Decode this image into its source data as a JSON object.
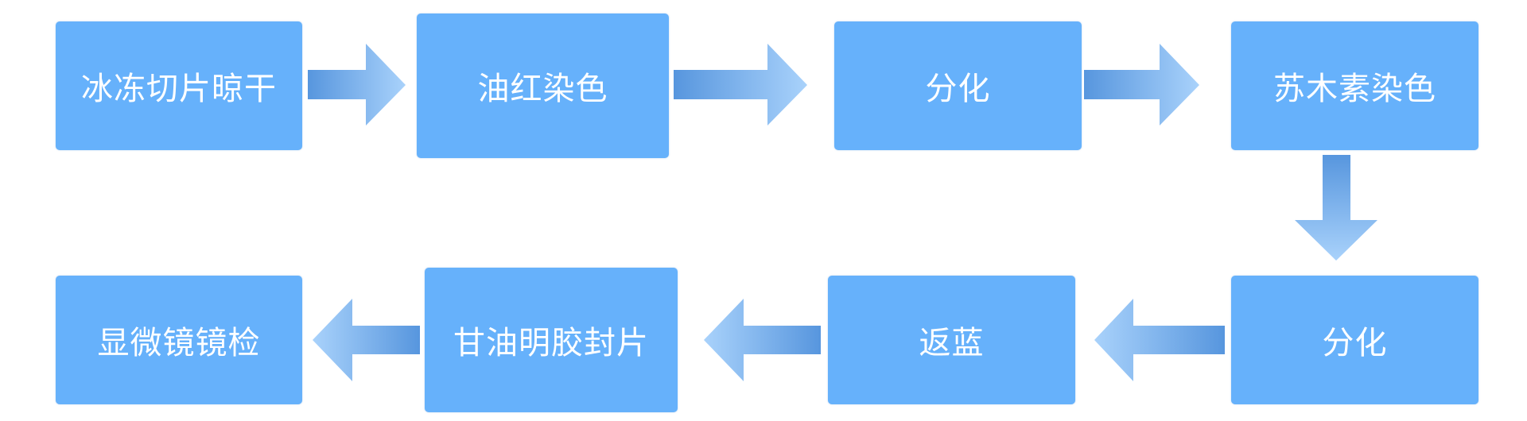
{
  "flow": {
    "steps": [
      {
        "label": "冰冻切片晾干"
      },
      {
        "label": "油红染色"
      },
      {
        "label": "分化"
      },
      {
        "label": "苏木素染色"
      },
      {
        "label": "分化"
      },
      {
        "label": "返蓝"
      },
      {
        "label": "甘油明胶封片"
      },
      {
        "label": "显微镜镜检"
      }
    ]
  },
  "colors": {
    "box_fill": "#66b1fb",
    "box_text": "#ffffff",
    "arrow_dark": "#5796de",
    "arrow_light": "#a9d2fb"
  }
}
